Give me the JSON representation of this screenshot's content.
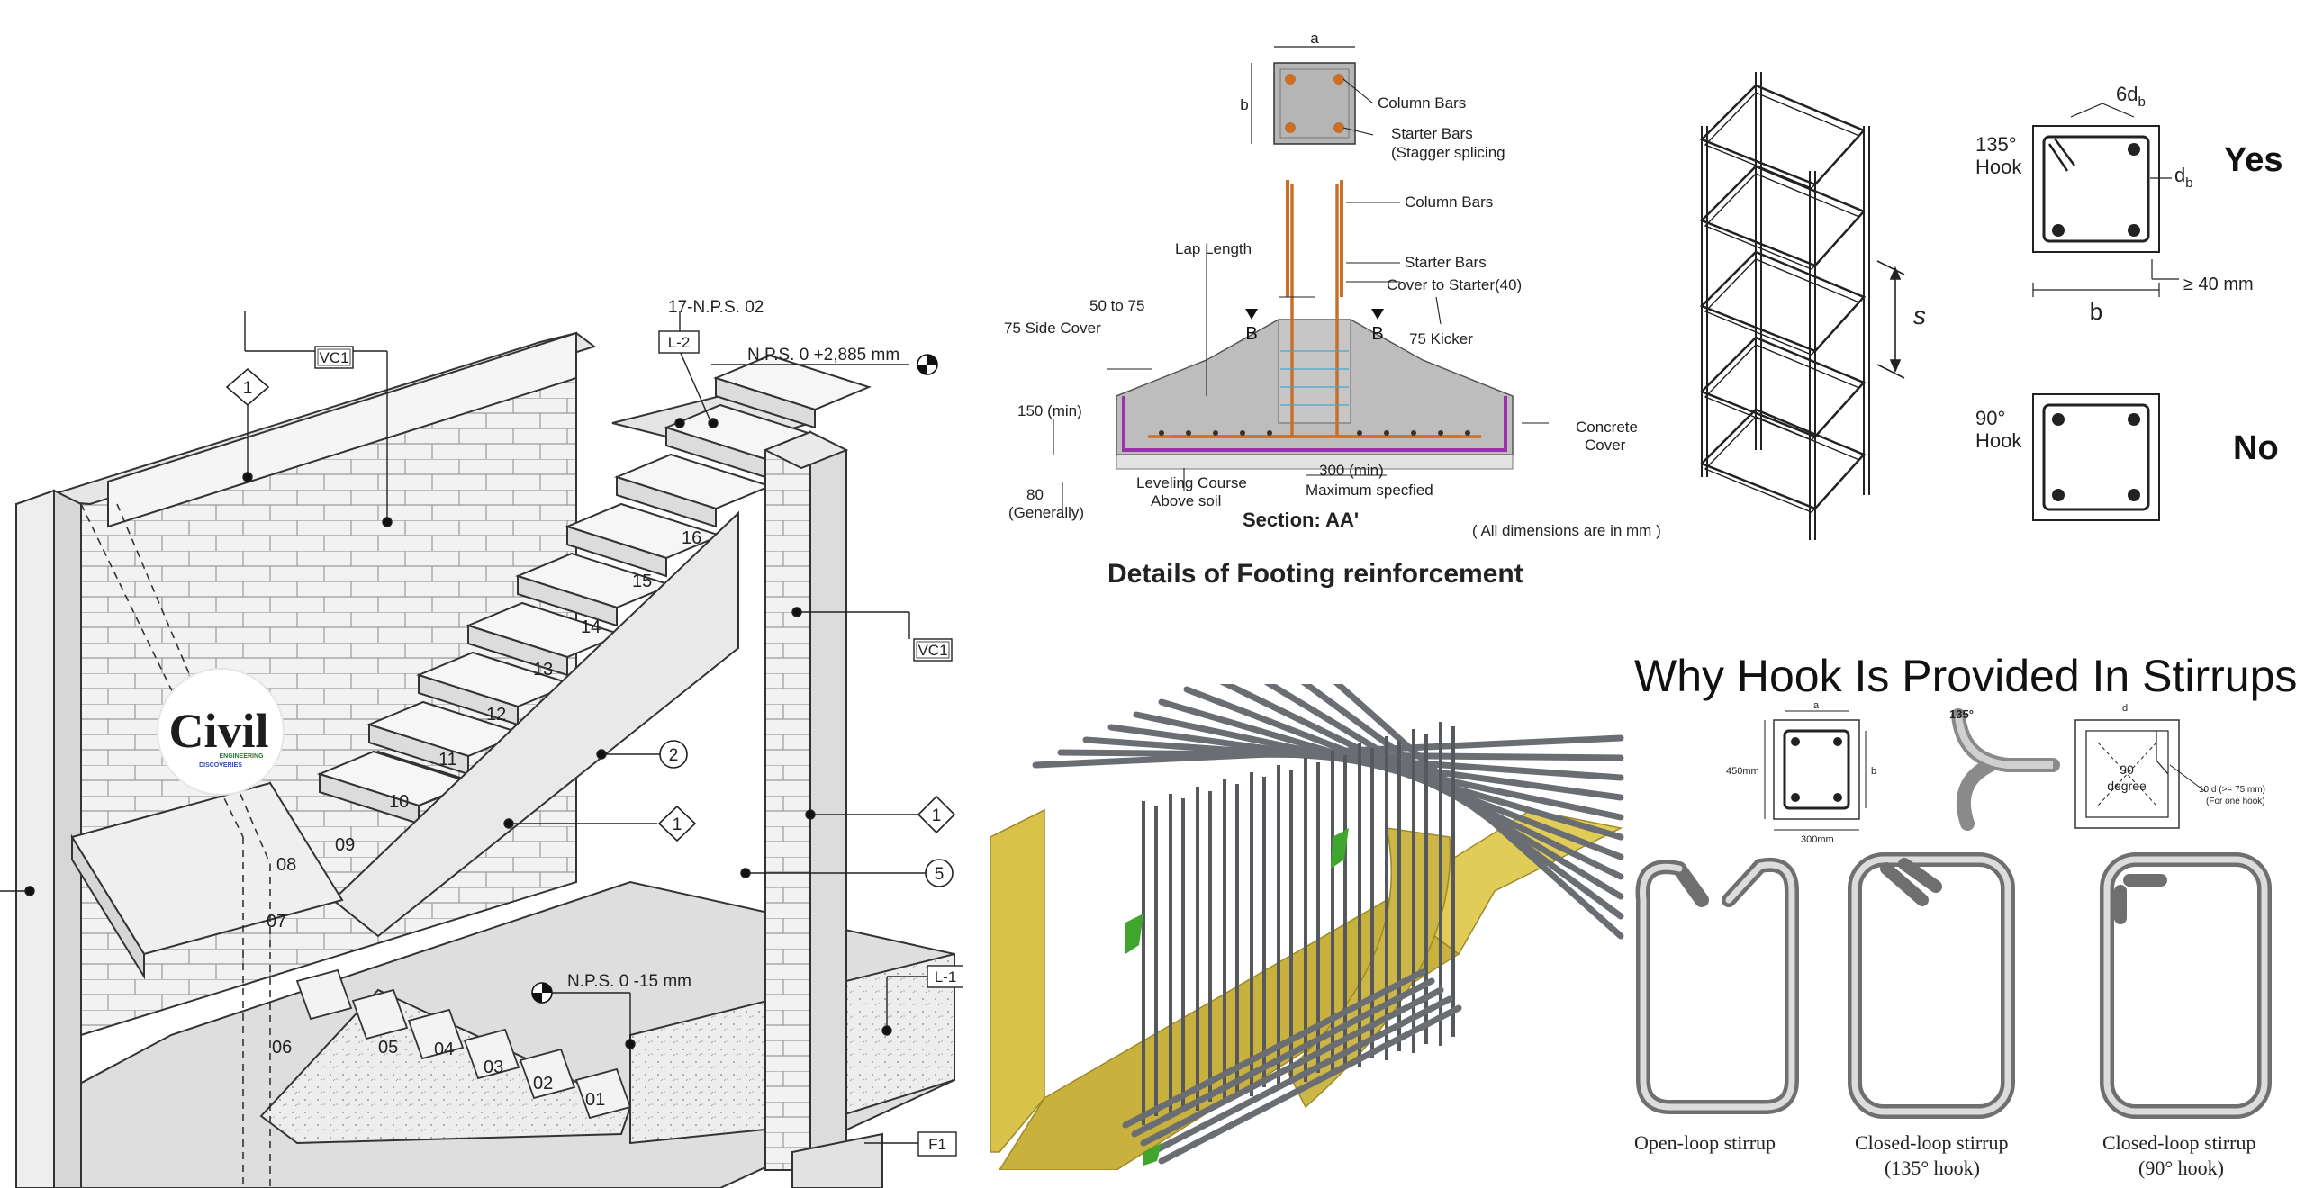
{
  "stair": {
    "title_nps": "17-N.P.S. 02",
    "level_top": "N.P.S. 0 +2,885 mm",
    "level_bottom": "N.P.S. 0 -15 mm",
    "tags": {
      "vc1_left": "VC1",
      "vc1_right": "VC1",
      "l2": "L-2",
      "l_right": "L-1",
      "f1": "F1"
    },
    "callouts": [
      "1",
      "2",
      "1",
      "1",
      "5"
    ],
    "steps": [
      "01",
      "02",
      "03",
      "04",
      "05",
      "06",
      "07",
      "08",
      "09",
      "10",
      "11",
      "12",
      "13",
      "14",
      "15",
      "16"
    ],
    "logo": {
      "text": "Civil",
      "sub1": "ENGINEERING",
      "sub2": "DISCOVERIES"
    }
  },
  "footing": {
    "dim_a": "a",
    "dim_b": "b",
    "column_bars_1": "Column Bars",
    "starter_bars_1": "Starter Bars",
    "stagger": "(Stagger splicing",
    "column_bars_2": "Column Bars",
    "lap_length": "Lap Length",
    "starter_bars_2": "Starter Bars",
    "cover_to_starter": "Cover to Starter(40)",
    "fifty_to_75": "50 to 75",
    "side_cover": "75 Side Cover",
    "kicker": "75 Kicker",
    "marker_b_left": "B",
    "marker_b_right": "B",
    "min150": "150 (min)",
    "concrete_cover_1": "Concrete",
    "concrete_cover_2": "Cover",
    "leveling_1": "Leveling Course",
    "leveling_2": "Above soil",
    "min300": "300 (min)",
    "max_spec": "Maximum specfied",
    "eighty": "80",
    "generally": "(Generally)",
    "section": "Section: AA'",
    "all_dims": "( All dimensions are in mm )",
    "title": "Details of Footing reinforcement"
  },
  "cage": {
    "spacing_label": "s"
  },
  "hooks": {
    "hook135_1": "135°",
    "hook135_2": "Hook",
    "six_db": "6d",
    "six_db_sub": "b",
    "db": "d",
    "db_sub": "b",
    "min40": "≥ 40 mm",
    "b": "b",
    "yes": "Yes",
    "hook90_1": "90°",
    "hook90_2": "Hook",
    "no": "No"
  },
  "why": {
    "title": "Why Hook Is Provided In Stirrups",
    "dim_a": "a",
    "dim_450": "450mm",
    "dim_b": "b",
    "dim_300": "300mm",
    "deg135": "135°",
    "dim_d": "d",
    "ninety_1": "90",
    "ninety_2": "degree",
    "tend_1": "10 d (>= 75 mm)",
    "tend_2": "(For one hook)",
    "cap_open": "Open-loop stirrup",
    "cap_closed135_1": "Closed-loop stirrup",
    "cap_closed135_2": "(135° hook)",
    "cap_closed90_1": "Closed-loop stirrup",
    "cap_closed90_2": "(90° hook)"
  },
  "colors": {
    "rebar_orange": "#c8702a",
    "concrete_grey": "#bdbdbd",
    "pvc_magenta": "#9b2fae",
    "formwork_yellow": "#d9c24a",
    "rebar_grey": "#6a6e72",
    "spacer_green": "#3fa52d"
  }
}
